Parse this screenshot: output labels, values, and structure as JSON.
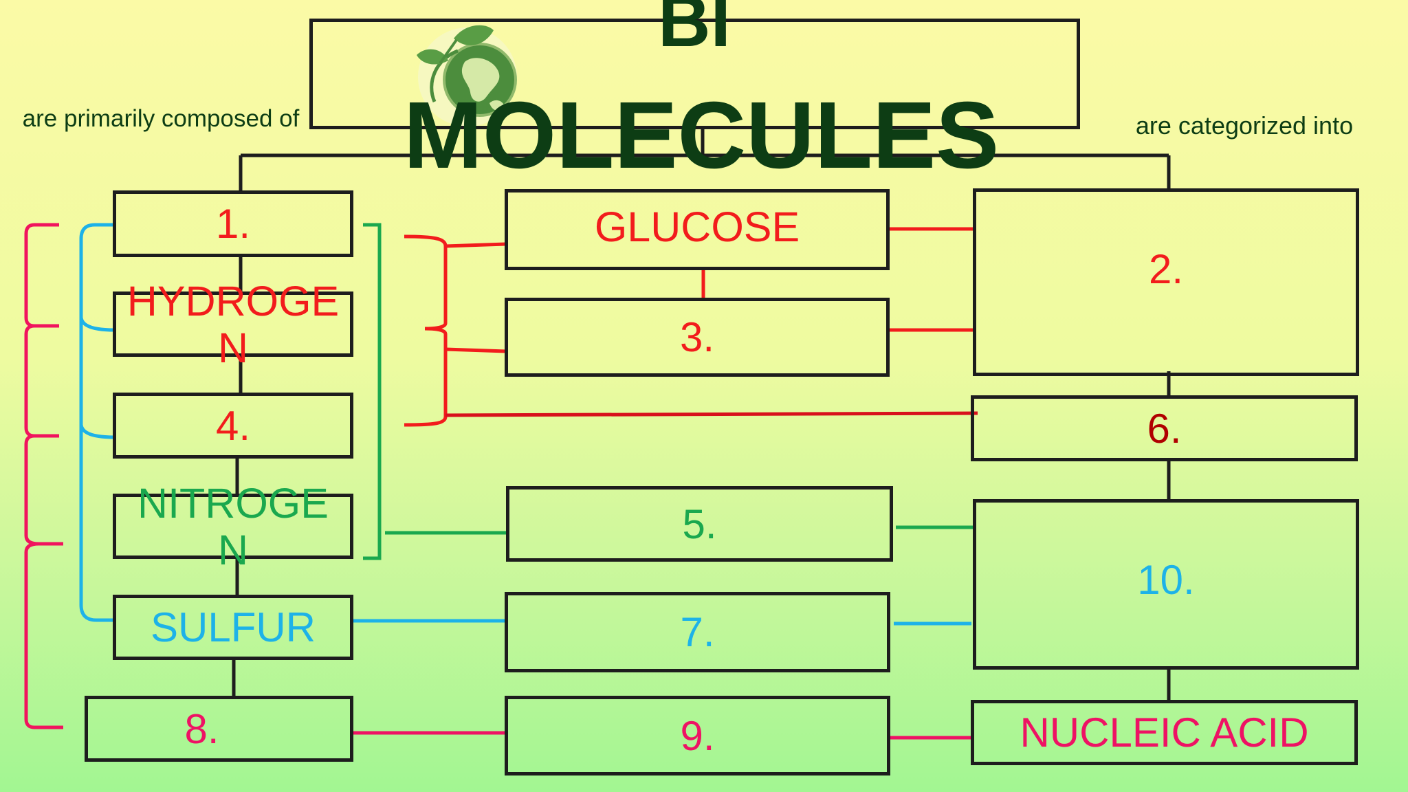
{
  "title": {
    "line1": "BI",
    "line2": "MOLECULES"
  },
  "left_caption": "are primarily composed of",
  "right_caption": "are categorized into",
  "colors": {
    "red": "#f21c1c",
    "darkred": "#b00000",
    "green": "#1aa84e",
    "blue": "#1db2e8",
    "pink": "#ee1264",
    "magenta_bracket": "#f0145e",
    "title_green": "#0d3d14",
    "outline": "#1d1d1d"
  },
  "left_column": [
    {
      "label": "1.",
      "color": "red"
    },
    {
      "label": "HYDROGEN",
      "color": "red"
    },
    {
      "label": "4.",
      "color": "red"
    },
    {
      "label": "NITROGEN",
      "color": "green"
    },
    {
      "label": "SULFUR",
      "color": "blue"
    },
    {
      "label": "8.",
      "color": "pink"
    }
  ],
  "middle_column": [
    {
      "label": "GLUCOSE",
      "color": "red"
    },
    {
      "label": "3.",
      "color": "red"
    },
    {
      "label": "5.",
      "color": "green"
    },
    {
      "label": "7.",
      "color": "blue"
    },
    {
      "label": "9.",
      "color": "pink"
    }
  ],
  "right_column": [
    {
      "label": "2.",
      "color": "red"
    },
    {
      "label": "6.",
      "color": "darkred"
    },
    {
      "label": "10.",
      "color": "blue"
    },
    {
      "label": "NUCLEIC ACID",
      "color": "pink"
    }
  ],
  "logo": {
    "icon": "leaf-globe-icon"
  }
}
